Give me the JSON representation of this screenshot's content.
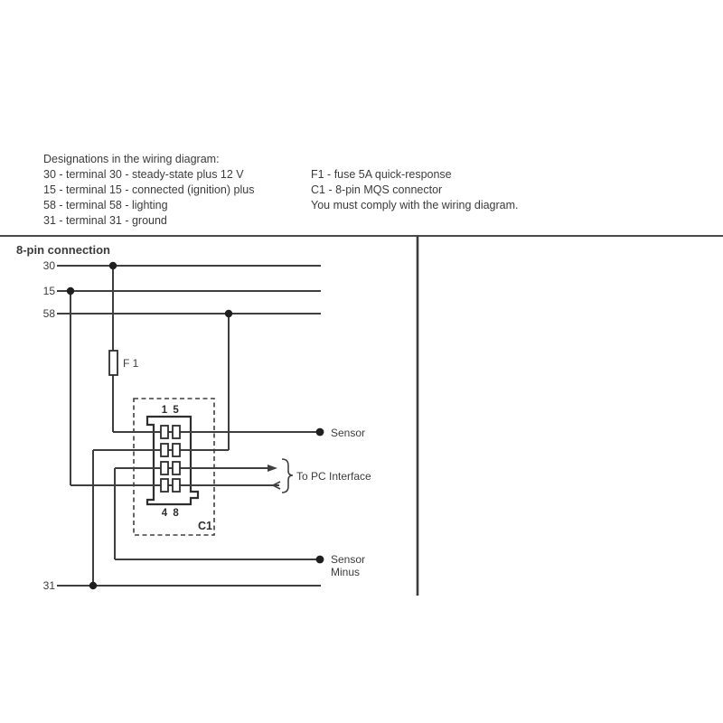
{
  "colors": {
    "background": "#ffffff",
    "ink": "#3b3b3b",
    "wire": "#3f3f3f",
    "dot": "#1f1f1f"
  },
  "legend": {
    "title": "Designations in the wiring diagram:",
    "left_items": [
      "30 - terminal 30 - steady-state plus 12 V",
      "15 - terminal 15 - connected (ignition) plus",
      "58 - terminal 58 - lighting",
      "31 - terminal 31 - ground"
    ],
    "right_items": [
      "F1 - fuse 5A quick-response",
      "C1 - 8-pin MQS connector",
      "You must comply with the wiring diagram."
    ]
  },
  "diagram": {
    "section_title": "8-pin connection",
    "terminals": {
      "t30": "30",
      "t15": "15",
      "t58": "58",
      "t31": "31"
    },
    "fuse_label": "F 1",
    "connector": {
      "top_pin_numbers": "1 5",
      "bottom_pin_numbers": "4 8",
      "name": "C1"
    },
    "labels": {
      "sensor": "Sensor",
      "sensor_minus_line1": "Sensor",
      "sensor_minus_line2": "Minus",
      "pc_interface": "To PC Interface"
    }
  }
}
